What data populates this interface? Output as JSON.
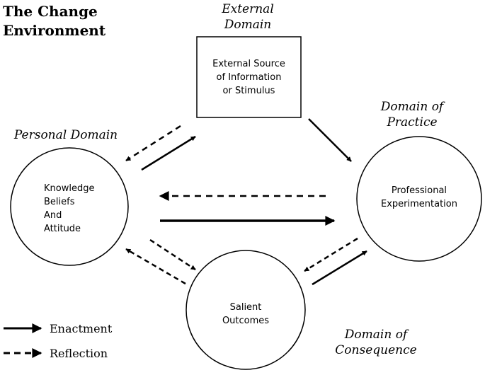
{
  "title": {
    "line1": "The Change",
    "line2": "Environment"
  },
  "domains": {
    "external": {
      "line1": "External",
      "line2": "Domain"
    },
    "personal": {
      "line1": "Personal Domain"
    },
    "practice": {
      "line1": "Domain of",
      "line2": "Practice"
    },
    "consequence": {
      "line1": "Domain of",
      "line2": "Consequence"
    }
  },
  "nodes": {
    "external_box": {
      "lines": [
        "External Source",
        "of Information",
        "or Stimulus"
      ]
    },
    "personal_circle": {
      "lines": [
        "Knowledge",
        "Beliefs",
        "And",
        "Attitude"
      ]
    },
    "practice_circle": {
      "lines": [
        "Professional",
        "Experimentation"
      ]
    },
    "consequence_circle": {
      "lines": [
        "Salient",
        "Outcomes"
      ]
    }
  },
  "legend": {
    "enactment": "Enactment",
    "reflection": "Reflection"
  },
  "colors": {
    "stroke": "#000000",
    "background": "#ffffff"
  }
}
